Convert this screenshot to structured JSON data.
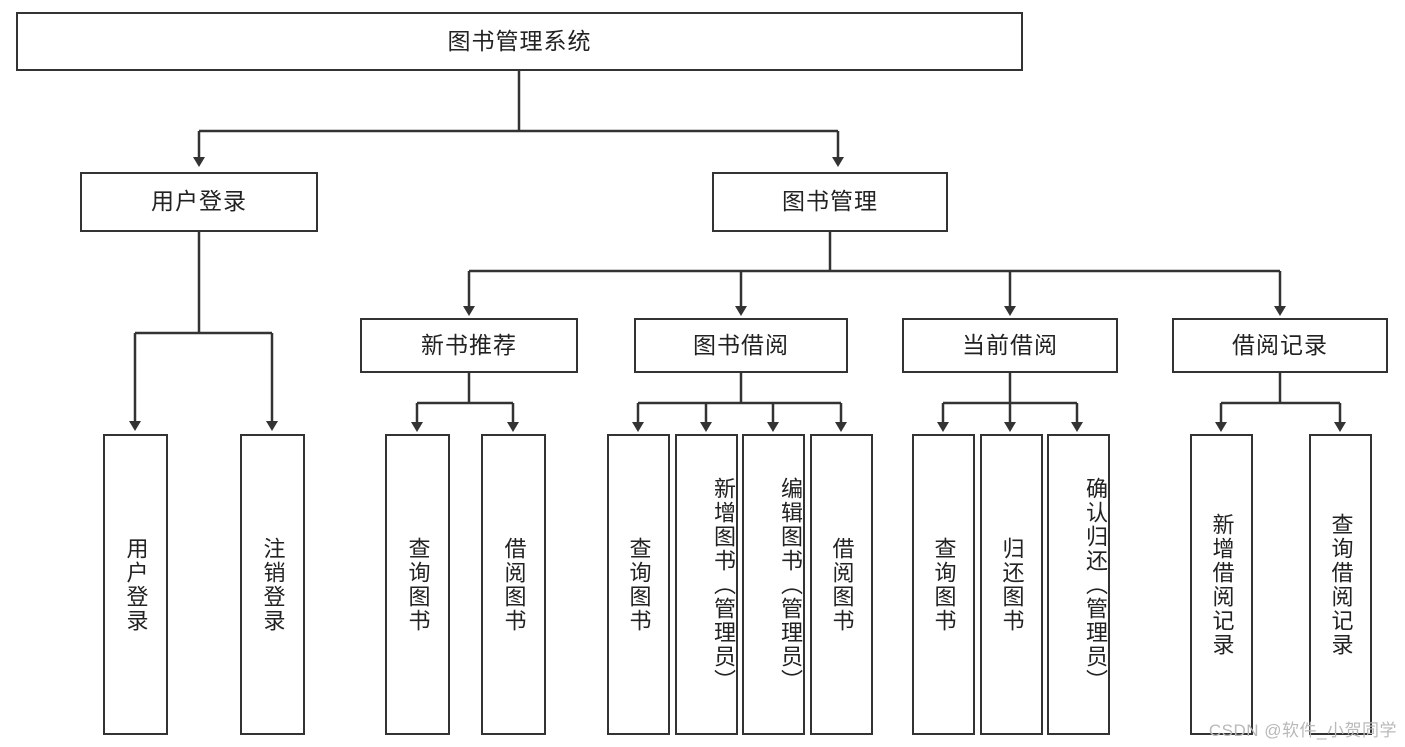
{
  "diagram": {
    "type": "tree",
    "title": "图书管理系统",
    "watermark": "CSDN @软件_小贺同学",
    "colors": {
      "box_border": "#333333",
      "box_fill": "#ffffff",
      "connector": "#333333",
      "text": "#222222",
      "watermark": "#b9b9b9"
    },
    "levels": {
      "root": {
        "label": "图书管理系统"
      },
      "level2": [
        {
          "id": "user-login",
          "label": "用户登录"
        },
        {
          "id": "book-management",
          "label": "图书管理"
        }
      ],
      "level3": [
        {
          "id": "new-book-recommend",
          "label": "新书推荐",
          "parent": "book-management"
        },
        {
          "id": "book-borrow",
          "label": "图书借阅",
          "parent": "book-management"
        },
        {
          "id": "current-borrow",
          "label": "当前借阅",
          "parent": "book-management"
        },
        {
          "id": "borrow-record",
          "label": "借阅记录",
          "parent": "book-management"
        }
      ],
      "leaves": [
        {
          "id": "leaf-user-login",
          "label": "用户登录",
          "parent": "user-login"
        },
        {
          "id": "leaf-logout",
          "label": "注销登录",
          "parent": "user-login"
        },
        {
          "id": "leaf-query-books-1",
          "label": "查询图书",
          "parent": "new-book-recommend"
        },
        {
          "id": "leaf-borrow-books-1",
          "label": "借阅图书",
          "parent": "new-book-recommend"
        },
        {
          "id": "leaf-query-books-2",
          "label": "查询图书",
          "parent": "book-borrow"
        },
        {
          "id": "leaf-add-book",
          "label": "新增图书（管理员）",
          "parent": "book-borrow"
        },
        {
          "id": "leaf-edit-book",
          "label": "编辑图书（管理员）",
          "parent": "book-borrow"
        },
        {
          "id": "leaf-borrow-books-2",
          "label": "借阅图书",
          "parent": "book-borrow"
        },
        {
          "id": "leaf-query-books-3",
          "label": "查询图书",
          "parent": "current-borrow"
        },
        {
          "id": "leaf-return-book",
          "label": "归还图书",
          "parent": "current-borrow"
        },
        {
          "id": "leaf-confirm-return",
          "label": "确认归还（管理员）",
          "parent": "current-borrow"
        },
        {
          "id": "leaf-add-record",
          "label": "新增借阅记录",
          "parent": "borrow-record"
        },
        {
          "id": "leaf-query-record",
          "label": "查询借阅记录",
          "parent": "borrow-record"
        }
      ]
    }
  }
}
